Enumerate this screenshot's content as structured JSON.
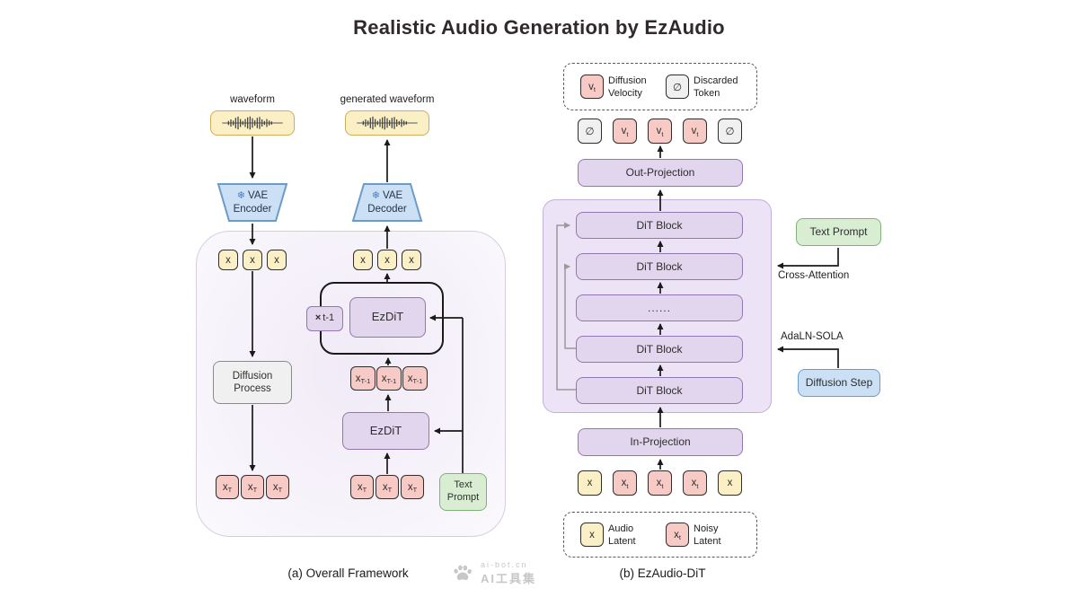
{
  "title": "Realistic Audio Generation by EzAudio",
  "watermark": {
    "site": "ai-bot.cn",
    "name": "AI工具集"
  },
  "panel_a": {
    "caption": "(a) Overall Framework",
    "waveform_label": "waveform",
    "generated_waveform_label": "generated waveform",
    "snowflake_icon": "❄",
    "vae_encoder": {
      "line1": "VAE",
      "line2": "Encoder"
    },
    "vae_decoder": {
      "line1": "VAE",
      "line2": "Decoder"
    },
    "x_tokens_in": [
      "x",
      "x",
      "x"
    ],
    "x_tokens_out": [
      "x",
      "x",
      "x"
    ],
    "diffusion_process": {
      "line1": "Diffusion",
      "line2": "Process"
    },
    "loop_repeat": {
      "times": "×",
      "label": "t-1"
    },
    "ezdit_loop": "EzDiT",
    "ezdit_main": "EzDiT",
    "xt1_tokens": [
      {
        "main": "x",
        "sub": "T-1"
      },
      {
        "main": "x",
        "sub": "T-1"
      },
      {
        "main": "x",
        "sub": "T-1"
      }
    ],
    "xT_tokens_left": [
      {
        "main": "x",
        "sub": "T"
      },
      {
        "main": "x",
        "sub": "T"
      },
      {
        "main": "x",
        "sub": "T"
      }
    ],
    "xT_tokens_mid": [
      {
        "main": "x",
        "sub": "T"
      },
      {
        "main": "x",
        "sub": "T"
      },
      {
        "main": "x",
        "sub": "T"
      }
    ],
    "text_prompt": {
      "line1": "Text",
      "line2": "Prompt"
    }
  },
  "panel_b": {
    "caption": "(b) EzAudio-DiT",
    "legend_top": {
      "velocity_token": {
        "main": "v",
        "sub": "t"
      },
      "velocity_label": {
        "line1": "Diffusion",
        "line2": "Velocity"
      },
      "discarded_token": {
        "main": "∅",
        "sub": ""
      },
      "discarded_label": {
        "line1": "Discarded",
        "line2": "Token"
      }
    },
    "top_tokens": [
      {
        "main": "∅",
        "sub": ""
      },
      {
        "main": "v",
        "sub": "t"
      },
      {
        "main": "v",
        "sub": "t"
      },
      {
        "main": "v",
        "sub": "t"
      },
      {
        "main": "∅",
        "sub": ""
      }
    ],
    "out_projection": "Out-Projection",
    "dit_blocks": [
      "DiT Block",
      "DiT Block",
      "......",
      "DiT Block",
      "DiT Block"
    ],
    "text_prompt": "Text Prompt",
    "cross_attention": "Cross-Attention",
    "adaln_sola": "AdaLN-SOLA",
    "diffusion_step": "Diffusion Step",
    "in_projection": "In-Projection",
    "bottom_tokens": [
      {
        "main": "x",
        "sub": ""
      },
      {
        "main": "x",
        "sub": "t"
      },
      {
        "main": "x",
        "sub": "t"
      },
      {
        "main": "x",
        "sub": "t"
      },
      {
        "main": "x",
        "sub": ""
      }
    ],
    "legend_bottom": {
      "audio_token": {
        "main": "x",
        "sub": ""
      },
      "audio_label": {
        "line1": "Audio",
        "line2": "Latent"
      },
      "noisy_token": {
        "main": "x",
        "sub": "t"
      },
      "noisy_label": {
        "line1": "Noisy",
        "line2": "Latent"
      }
    }
  }
}
